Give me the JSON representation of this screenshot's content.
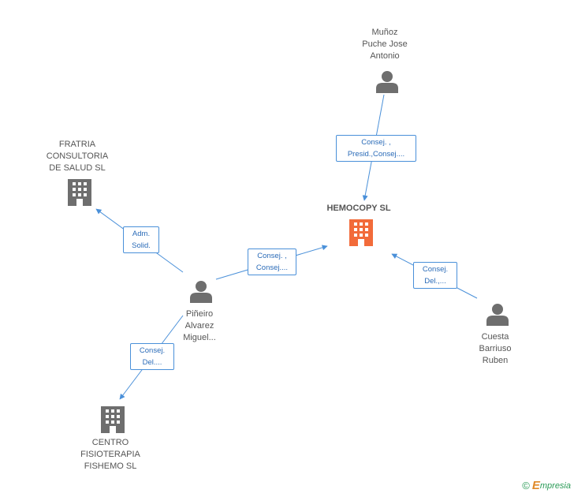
{
  "nodes": {
    "center": {
      "label": "HEMOCOPY SL",
      "color": "#f26b3a"
    },
    "fratria": {
      "label_lines": [
        "FRATRIA",
        "CONSULTORIA",
        "DE SALUD  SL"
      ]
    },
    "centro": {
      "label_lines": [
        "CENTRO",
        "FISIOTERAPIA",
        "FISHEMO SL"
      ]
    },
    "munoz": {
      "label_lines": [
        "Muñoz",
        "Puche Jose",
        "Antonio"
      ]
    },
    "pineiro": {
      "label_lines": [
        "Piñeiro",
        "Alvarez",
        "Miguel..."
      ]
    },
    "cuesta": {
      "label_lines": [
        "Cuesta",
        "Barriuso",
        "Ruben"
      ]
    }
  },
  "edges": {
    "munoz_center": [
      "Consej. ,",
      "Presid.,Consej...."
    ],
    "pineiro_fratria": [
      "Adm.",
      "Solid."
    ],
    "pineiro_center": [
      "Consej. ,",
      "Consej...."
    ],
    "cuesta_center": [
      "Consej.",
      "Del.,..."
    ],
    "pineiro_centro": [
      "Consej.",
      "Del...."
    ]
  },
  "colors": {
    "edge": "#4a90d9",
    "icon_gray": "#6e6e6e",
    "company_highlight": "#f26b3a"
  },
  "brand": {
    "symbol": "©",
    "initial": "E",
    "rest": "mpresia"
  }
}
